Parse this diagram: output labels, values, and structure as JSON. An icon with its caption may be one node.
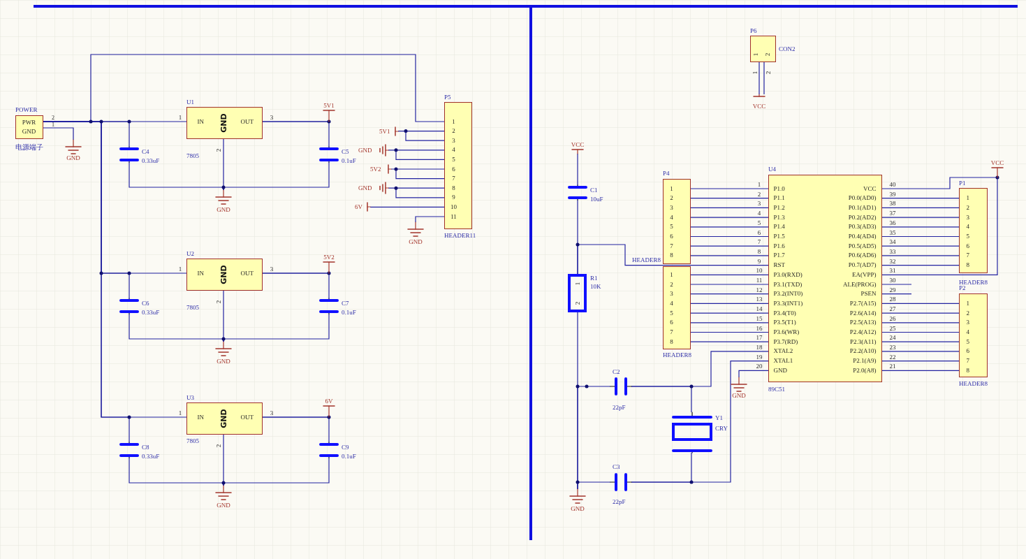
{
  "diagram": {
    "nodes": [
      {
        "text": [
          "PWR",
          "GND"
        ],
        "beside": [
          "POWER",
          "2",
          "1",
          "电源端子"
        ]
      },
      {
        "text": [
          "GND"
        ]
      },
      {
        "text": [
          "IN",
          "GND",
          "OUT"
        ],
        "beside": [
          "U1",
          "1",
          "3",
          "2",
          "7805"
        ]
      },
      {
        "text": [],
        "shape": "capacitor",
        "beside": [
          "C4",
          "0.33uF"
        ]
      },
      {
        "text": [
          "5V1"
        ]
      },
      {
        "text": [],
        "shape": "capacitor",
        "beside": [
          "C5",
          "0.1uF"
        ]
      },
      {
        "text": [
          "GND"
        ]
      },
      {
        "text": [
          "IN",
          "GND",
          "OUT"
        ],
        "beside": [
          "U2",
          "1",
          "3",
          "2",
          "7805"
        ]
      },
      {
        "text": [],
        "shape": "capacitor",
        "beside": [
          "C6",
          "0.33uF"
        ]
      },
      {
        "text": [
          "5V2"
        ]
      },
      {
        "text": [],
        "shape": "capacitor",
        "beside": [
          "C7",
          "0.1uF"
        ]
      },
      {
        "text": [
          "GND"
        ]
      },
      {
        "text": [
          "IN",
          "GND",
          "OUT"
        ],
        "beside": [
          "U3",
          "1",
          "3",
          "2",
          "7805"
        ]
      },
      {
        "text": [],
        "shape": "capacitor",
        "beside": [
          "C8",
          "0.33uF"
        ]
      },
      {
        "text": [
          "6V"
        ]
      },
      {
        "text": [],
        "shape": "capacitor",
        "beside": [
          "C9",
          "0.1uF"
        ]
      },
      {
        "text": [
          "GND"
        ]
      },
      {
        "text": [
          "1",
          "2",
          "3",
          "4",
          "5",
          "6",
          "7",
          "8",
          "9",
          "10",
          "11"
        ],
        "beside": [
          "P5",
          "HEADER11"
        ]
      },
      {
        "text": [
          "5V1"
        ]
      },
      {
        "text": [
          "GND"
        ]
      },
      {
        "text": [
          "5V2"
        ]
      },
      {
        "text": [
          "GND"
        ]
      },
      {
        "text": [
          "6V"
        ]
      },
      {
        "text": [
          "GND"
        ]
      },
      {
        "text": [
          "1",
          "2"
        ],
        "beside": [
          "P6",
          "1",
          "2",
          "CON2"
        ]
      },
      {
        "text": [
          "VCC"
        ]
      },
      {
        "text": [
          "VCC"
        ]
      },
      {
        "text": [],
        "shape": "capacitor",
        "beside": [
          "C1",
          "10uF"
        ]
      },
      {
        "text": [
          "1",
          "2"
        ],
        "beside": [
          "R1",
          "10K"
        ]
      },
      {
        "text": [],
        "shape": "capacitor",
        "beside": [
          "C2",
          "22pF"
        ]
      },
      {
        "text": [],
        "shape": "crystal",
        "beside": [
          "Y1",
          "CRY"
        ]
      },
      {
        "text": [],
        "shape": "capacitor",
        "beside": [
          "C3",
          "22pF"
        ]
      },
      {
        "text": [
          "GND"
        ]
      },
      {
        "text": [
          "1",
          "2",
          "3",
          "4",
          "5",
          "6",
          "7",
          "8"
        ],
        "beside": [
          "P4",
          "HEADER8"
        ]
      },
      {
        "text": [
          "1",
          "2",
          "3",
          "4",
          "5",
          "6",
          "7",
          "8"
        ],
        "beside": [
          "HEADER8"
        ]
      },
      {
        "text": [
          "P1.0",
          "P1.1",
          "P1.2",
          "P1.3",
          "P1.4",
          "P1.5",
          "P1.6",
          "P1.7",
          "RST",
          "P3.0(RXD)",
          "P3.1(TXD)",
          "P3.2(INT0)",
          "P3.3(INT1)",
          "P3.4(T0)",
          "P3.5(T1)",
          "P3.6(WR)",
          "P3.7(RD)",
          "XTAL2",
          "XTAL1",
          "GND",
          "VCC",
          "P0.0(AD0)",
          "P0.1(AD1)",
          "P0.2(AD2)",
          "P0.3(AD3)",
          "P0.4(AD4)",
          "P0.5(AD5)",
          "P0.6(AD6)",
          "P0.7(AD7)",
          "EA(VPP)",
          "ALE(PROG)",
          "PSEN",
          "P2.7(A15)",
          "P2.6(A14)",
          "P2.5(A13)",
          "P2.4(A12)",
          "P2.3(A11)",
          "P2.2(A10)",
          "P2.1(A9)",
          "P2.0(A8)"
        ],
        "beside": [
          "U4",
          "1",
          "2",
          "3",
          "4",
          "5",
          "6",
          "7",
          "8",
          "9",
          "10",
          "11",
          "12",
          "13",
          "14",
          "15",
          "16",
          "17",
          "18",
          "19",
          "20",
          "40",
          "39",
          "38",
          "37",
          "36",
          "35",
          "34",
          "33",
          "32",
          "31",
          "30",
          "29",
          "28",
          "27",
          "26",
          "25",
          "24",
          "23",
          "22",
          "21",
          "89C51"
        ]
      },
      {
        "text": [
          "GND"
        ]
      },
      {
        "text": [
          "VCC"
        ]
      },
      {
        "text": [
          "1",
          "2",
          "3",
          "4",
          "5",
          "6",
          "7",
          "8"
        ],
        "beside": [
          "P1",
          "HEADER8"
        ]
      },
      {
        "text": [
          "1",
          "2",
          "3",
          "4",
          "5",
          "6",
          "7",
          "8"
        ],
        "beside": [
          "P2",
          "HEADER8"
        ]
      }
    ],
    "edges": [
      {
        "from": 0,
        "to": 1,
        "arrow": "none"
      },
      {
        "from": 0,
        "to": 2,
        "arrow": "none"
      },
      {
        "from": 0,
        "to": 3,
        "arrow": "none"
      },
      {
        "from": 0,
        "to": 7,
        "arrow": "none"
      },
      {
        "from": 0,
        "to": 8,
        "arrow": "none"
      },
      {
        "from": 0,
        "to": 12,
        "arrow": "none"
      },
      {
        "from": 0,
        "to": 13,
        "arrow": "none"
      },
      {
        "from": 0,
        "to": 17,
        "arrow": "none"
      },
      {
        "from": 2,
        "to": 4,
        "arrow": "none"
      },
      {
        "from": 2,
        "to": 5,
        "arrow": "none"
      },
      {
        "from": 2,
        "to": 6,
        "arrow": "none"
      },
      {
        "from": 3,
        "to": 6,
        "arrow": "none"
      },
      {
        "from": 5,
        "to": 6,
        "arrow": "none"
      },
      {
        "from": 7,
        "to": 9,
        "arrow": "none"
      },
      {
        "from": 7,
        "to": 10,
        "arrow": "none"
      },
      {
        "from": 7,
        "to": 11,
        "arrow": "none"
      },
      {
        "from": 8,
        "to": 11,
        "arrow": "none"
      },
      {
        "from": 10,
        "to": 11,
        "arrow": "none"
      },
      {
        "from": 12,
        "to": 14,
        "arrow": "none"
      },
      {
        "from": 12,
        "to": 15,
        "arrow": "none"
      },
      {
        "from": 12,
        "to": 16,
        "arrow": "none"
      },
      {
        "from": 13,
        "to": 16,
        "arrow": "none"
      },
      {
        "from": 15,
        "to": 16,
        "arrow": "none"
      },
      {
        "from": 18,
        "to": 17,
        "arrow": "none"
      },
      {
        "from": 19,
        "to": 17,
        "arrow": "none"
      },
      {
        "from": 20,
        "to": 17,
        "arrow": "none"
      },
      {
        "from": 21,
        "to": 17,
        "arrow": "none"
      },
      {
        "from": 22,
        "to": 17,
        "arrow": "none"
      },
      {
        "from": 23,
        "to": 17,
        "arrow": "none"
      },
      {
        "from": 24,
        "to": 25,
        "arrow": "none"
      },
      {
        "from": 26,
        "to": 27,
        "arrow": "none"
      },
      {
        "from": 27,
        "to": 28,
        "arrow": "none"
      },
      {
        "from": 28,
        "to": 35,
        "arrow": "none"
      },
      {
        "from": 28,
        "to": 32,
        "arrow": "none"
      },
      {
        "from": 29,
        "to": 32,
        "arrow": "none"
      },
      {
        "from": 31,
        "to": 32,
        "arrow": "none"
      },
      {
        "from": 29,
        "to": 30,
        "arrow": "none"
      },
      {
        "from": 29,
        "to": 35,
        "arrow": "none"
      },
      {
        "from": 31,
        "to": 30,
        "arrow": "none"
      },
      {
        "from": 31,
        "to": 35,
        "arrow": "none"
      },
      {
        "from": 35,
        "to": 36,
        "arrow": "none"
      },
      {
        "from": 33,
        "to": 35,
        "arrow": "none"
      },
      {
        "from": 34,
        "to": 35,
        "arrow": "none"
      },
      {
        "from": 35,
        "to": 37,
        "arrow": "none"
      },
      {
        "from": 35,
        "to": 38,
        "arrow": "none"
      },
      {
        "from": 35,
        "to": 39,
        "arrow": "none"
      },
      {
        "from": 24,
        "to": 25,
        "arrow": "none"
      },
      {
        "from": 35,
        "to": null,
        "arrow": "none"
      },
      {
        "from": 35,
        "to": null,
        "arrow": "none"
      }
    ]
  }
}
